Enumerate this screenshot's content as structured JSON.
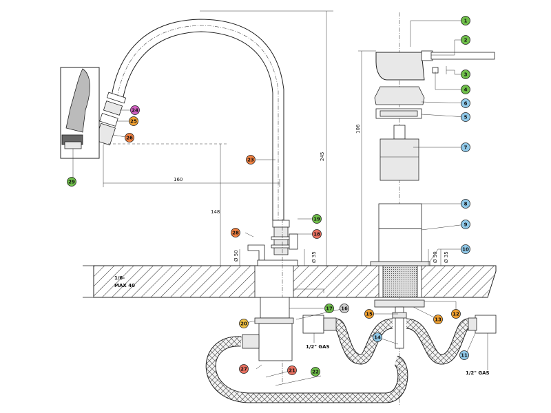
{
  "dimensions": {
    "d245": "245",
    "d160": "160",
    "d148": "148",
    "d106": "106",
    "d50a": "Ø 50",
    "d35a": "Ø 35",
    "d50b": "Ø 50",
    "d35b": "Ø 35",
    "counter1": "1/6-",
    "counter2": "MAX 40",
    "gas_left": "1/2\" GAS",
    "gas_right": "1/2\" GAS"
  },
  "parts": [
    {
      "n": "1",
      "color": "#6fbf4a"
    },
    {
      "n": "2",
      "color": "#6fbf4a"
    },
    {
      "n": "3",
      "color": "#6fbf4a"
    },
    {
      "n": "4",
      "color": "#6fbf4a"
    },
    {
      "n": "5",
      "color": "#8fc8e8"
    },
    {
      "n": "6",
      "color": "#8fc8e8"
    },
    {
      "n": "7",
      "color": "#8fc8e8"
    },
    {
      "n": "8",
      "color": "#8fc8e8"
    },
    {
      "n": "9",
      "color": "#8fc8e8"
    },
    {
      "n": "10",
      "color": "#8fc8e8"
    },
    {
      "n": "11",
      "color": "#8fc8e8"
    },
    {
      "n": "12",
      "color": "#f0a030"
    },
    {
      "n": "13",
      "color": "#f0a030"
    },
    {
      "n": "14",
      "color": "#8fc8e8"
    },
    {
      "n": "15",
      "color": "#f0a030"
    },
    {
      "n": "16",
      "color": "#cfcfcf"
    },
    {
      "n": "17",
      "color": "#6fbf4a"
    },
    {
      "n": "18",
      "color": "#e87060"
    },
    {
      "n": "19",
      "color": "#6fbf4a"
    },
    {
      "n": "20",
      "color": "#f0c040"
    },
    {
      "n": "21",
      "color": "#e87060"
    },
    {
      "n": "22",
      "color": "#6fbf4a"
    },
    {
      "n": "23",
      "color": "#f08040"
    },
    {
      "n": "24",
      "color": "#d060c0"
    },
    {
      "n": "25",
      "color": "#f0a030"
    },
    {
      "n": "26",
      "color": "#f08040"
    },
    {
      "n": "27",
      "color": "#e87060"
    },
    {
      "n": "28",
      "color": "#f08040"
    },
    {
      "n": "29",
      "color": "#6fbf4a"
    }
  ]
}
